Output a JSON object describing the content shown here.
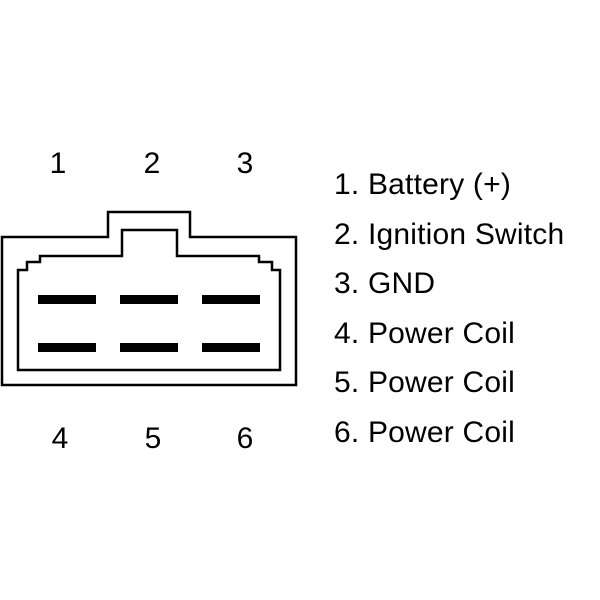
{
  "pin_numbers_top": [
    "1",
    "2",
    "3"
  ],
  "pin_numbers_bottom": [
    "4",
    "5",
    "6"
  ],
  "legend": [
    "1. Battery (+)",
    "2. Ignition Switch",
    "3. GND",
    "4. Power Coil",
    "5. Power Coil",
    "6. Power Coil"
  ],
  "colors": {
    "line": "#000000",
    "background": "#ffffff"
  }
}
